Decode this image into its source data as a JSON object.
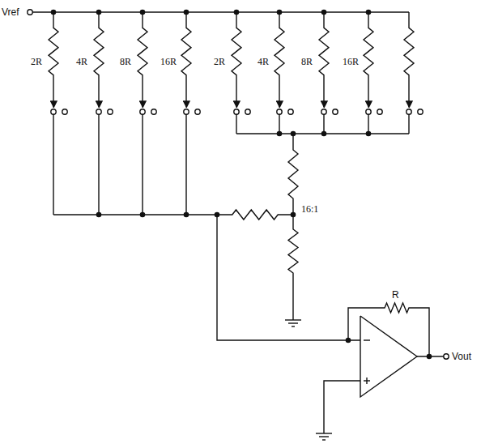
{
  "diagram": {
    "labels": [
      "Vref",
      "2R",
      "4R",
      "8R",
      "16R",
      "2R",
      "4R",
      "8R",
      "16R",
      "16:1",
      "R",
      "Vout"
    ]
  }
}
